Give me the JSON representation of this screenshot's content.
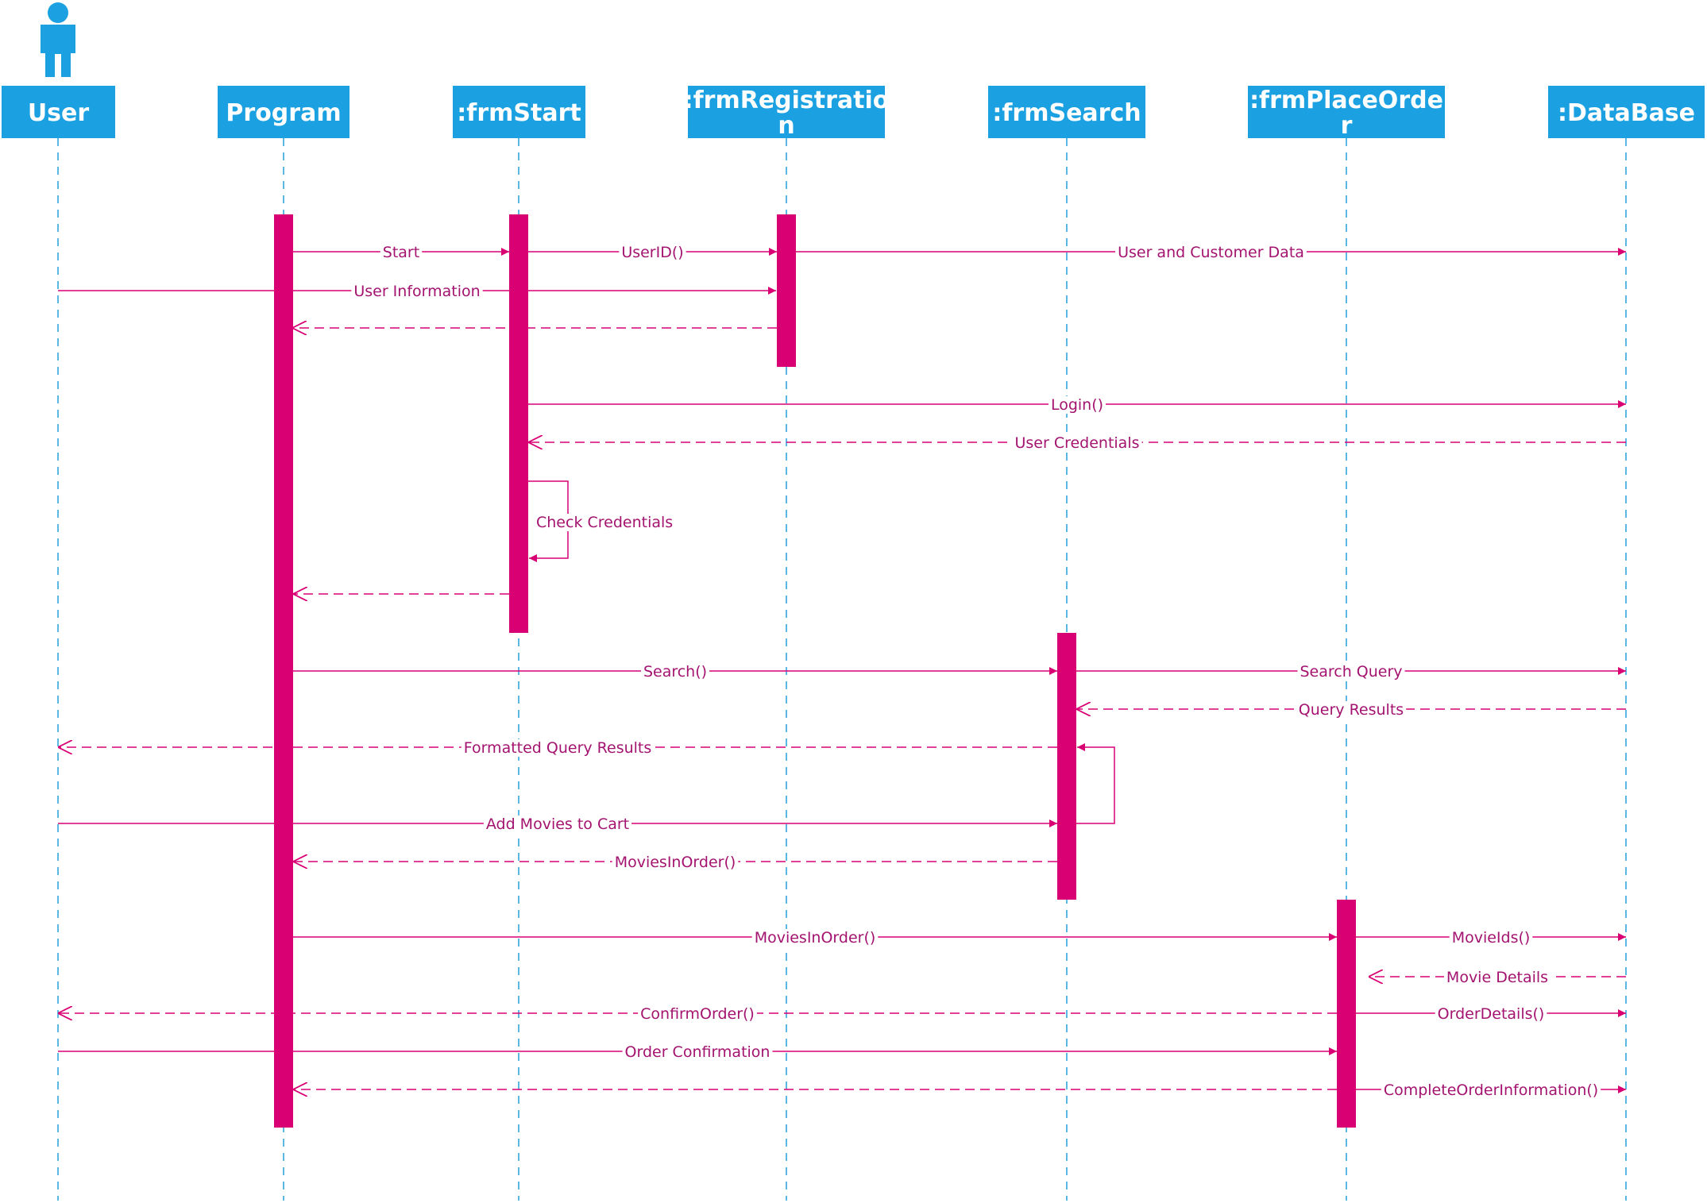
{
  "colors": {
    "header": "#1ba1e2",
    "lifeline": "#5bb8e4",
    "activation": "#d80073",
    "message": "#d80073",
    "text": "#a3136f"
  },
  "actor_icon": "person-icon",
  "participants": [
    {
      "id": "user",
      "lines": [
        "User"
      ]
    },
    {
      "id": "program",
      "lines": [
        "Program"
      ]
    },
    {
      "id": "frmstart",
      "lines": [
        ":frmStart"
      ]
    },
    {
      "id": "frmregistration",
      "lines": [
        ":frmRegistratio",
        "n"
      ]
    },
    {
      "id": "frmsearch",
      "lines": [
        ":frmSearch"
      ]
    },
    {
      "id": "frmplaceorder",
      "lines": [
        ":frmPlaceOrde",
        "r"
      ]
    },
    {
      "id": "database",
      "lines": [
        ":DataBase"
      ]
    }
  ],
  "messages": [
    {
      "id": "start",
      "label": "Start",
      "from": "program",
      "to": "frmstart",
      "kind": "sync"
    },
    {
      "id": "userid",
      "label": "UserID()",
      "from": "frmstart",
      "to": "frmregistration",
      "kind": "sync"
    },
    {
      "id": "user-and-customer-data",
      "label": "User and Customer Data",
      "from": "frmregistration",
      "to": "database",
      "kind": "sync"
    },
    {
      "id": "user-information",
      "label": "User Information",
      "from": "user",
      "to": "frmregistration",
      "kind": "sync"
    },
    {
      "id": "return-registration",
      "label": "",
      "from": "frmregistration",
      "to": "program",
      "kind": "return"
    },
    {
      "id": "login",
      "label": "Login()",
      "from": "frmstart",
      "to": "database",
      "kind": "sync"
    },
    {
      "id": "user-credentials",
      "label": "User Credentials",
      "from": "database",
      "to": "frmstart",
      "kind": "return"
    },
    {
      "id": "check-credentials",
      "label": "Check Credentials",
      "from": "frmstart",
      "to": "frmstart",
      "kind": "self"
    },
    {
      "id": "return-start",
      "label": "",
      "from": "frmstart",
      "to": "program",
      "kind": "return"
    },
    {
      "id": "search",
      "label": "Search()",
      "from": "program",
      "to": "frmsearch",
      "kind": "sync"
    },
    {
      "id": "search-query",
      "label": "Search Query",
      "from": "frmsearch",
      "to": "database",
      "kind": "sync"
    },
    {
      "id": "query-results",
      "label": "Query Results",
      "from": "database",
      "to": "frmsearch",
      "kind": "return"
    },
    {
      "id": "formatted-query-results",
      "label": "Formatted Query Results",
      "from": "frmsearch",
      "to": "user",
      "kind": "return"
    },
    {
      "id": "add-movies-to-cart",
      "label": "Add Movies to Cart",
      "from": "user",
      "to": "frmsearch",
      "kind": "sync"
    },
    {
      "id": "movies-in-order-return",
      "label": "MoviesInOrder()",
      "from": "frmsearch",
      "to": "program",
      "kind": "return"
    },
    {
      "id": "movies-in-order",
      "label": "MoviesInOrder()",
      "from": "program",
      "to": "frmplaceorder",
      "kind": "sync"
    },
    {
      "id": "movie-ids",
      "label": "MovieIds()",
      "from": "frmplaceorder",
      "to": "database",
      "kind": "sync"
    },
    {
      "id": "movie-details",
      "label": "Movie Details",
      "from": "database",
      "to": "frmplaceorder",
      "kind": "return"
    },
    {
      "id": "confirm-order",
      "label": "ConfirmOrder()",
      "from": "frmplaceorder",
      "to": "user",
      "kind": "return"
    },
    {
      "id": "order-details",
      "label": "OrderDetails()",
      "from": "frmplaceorder",
      "to": "database",
      "kind": "sync"
    },
    {
      "id": "order-confirmation",
      "label": "Order Confirmation",
      "from": "user",
      "to": "frmplaceorder",
      "kind": "sync"
    },
    {
      "id": "return-placeorder",
      "label": "",
      "from": "frmplaceorder",
      "to": "program",
      "kind": "return"
    },
    {
      "id": "complete-order-information",
      "label": "CompleteOrderInformation()",
      "from": "frmplaceorder",
      "to": "database",
      "kind": "sync"
    }
  ]
}
